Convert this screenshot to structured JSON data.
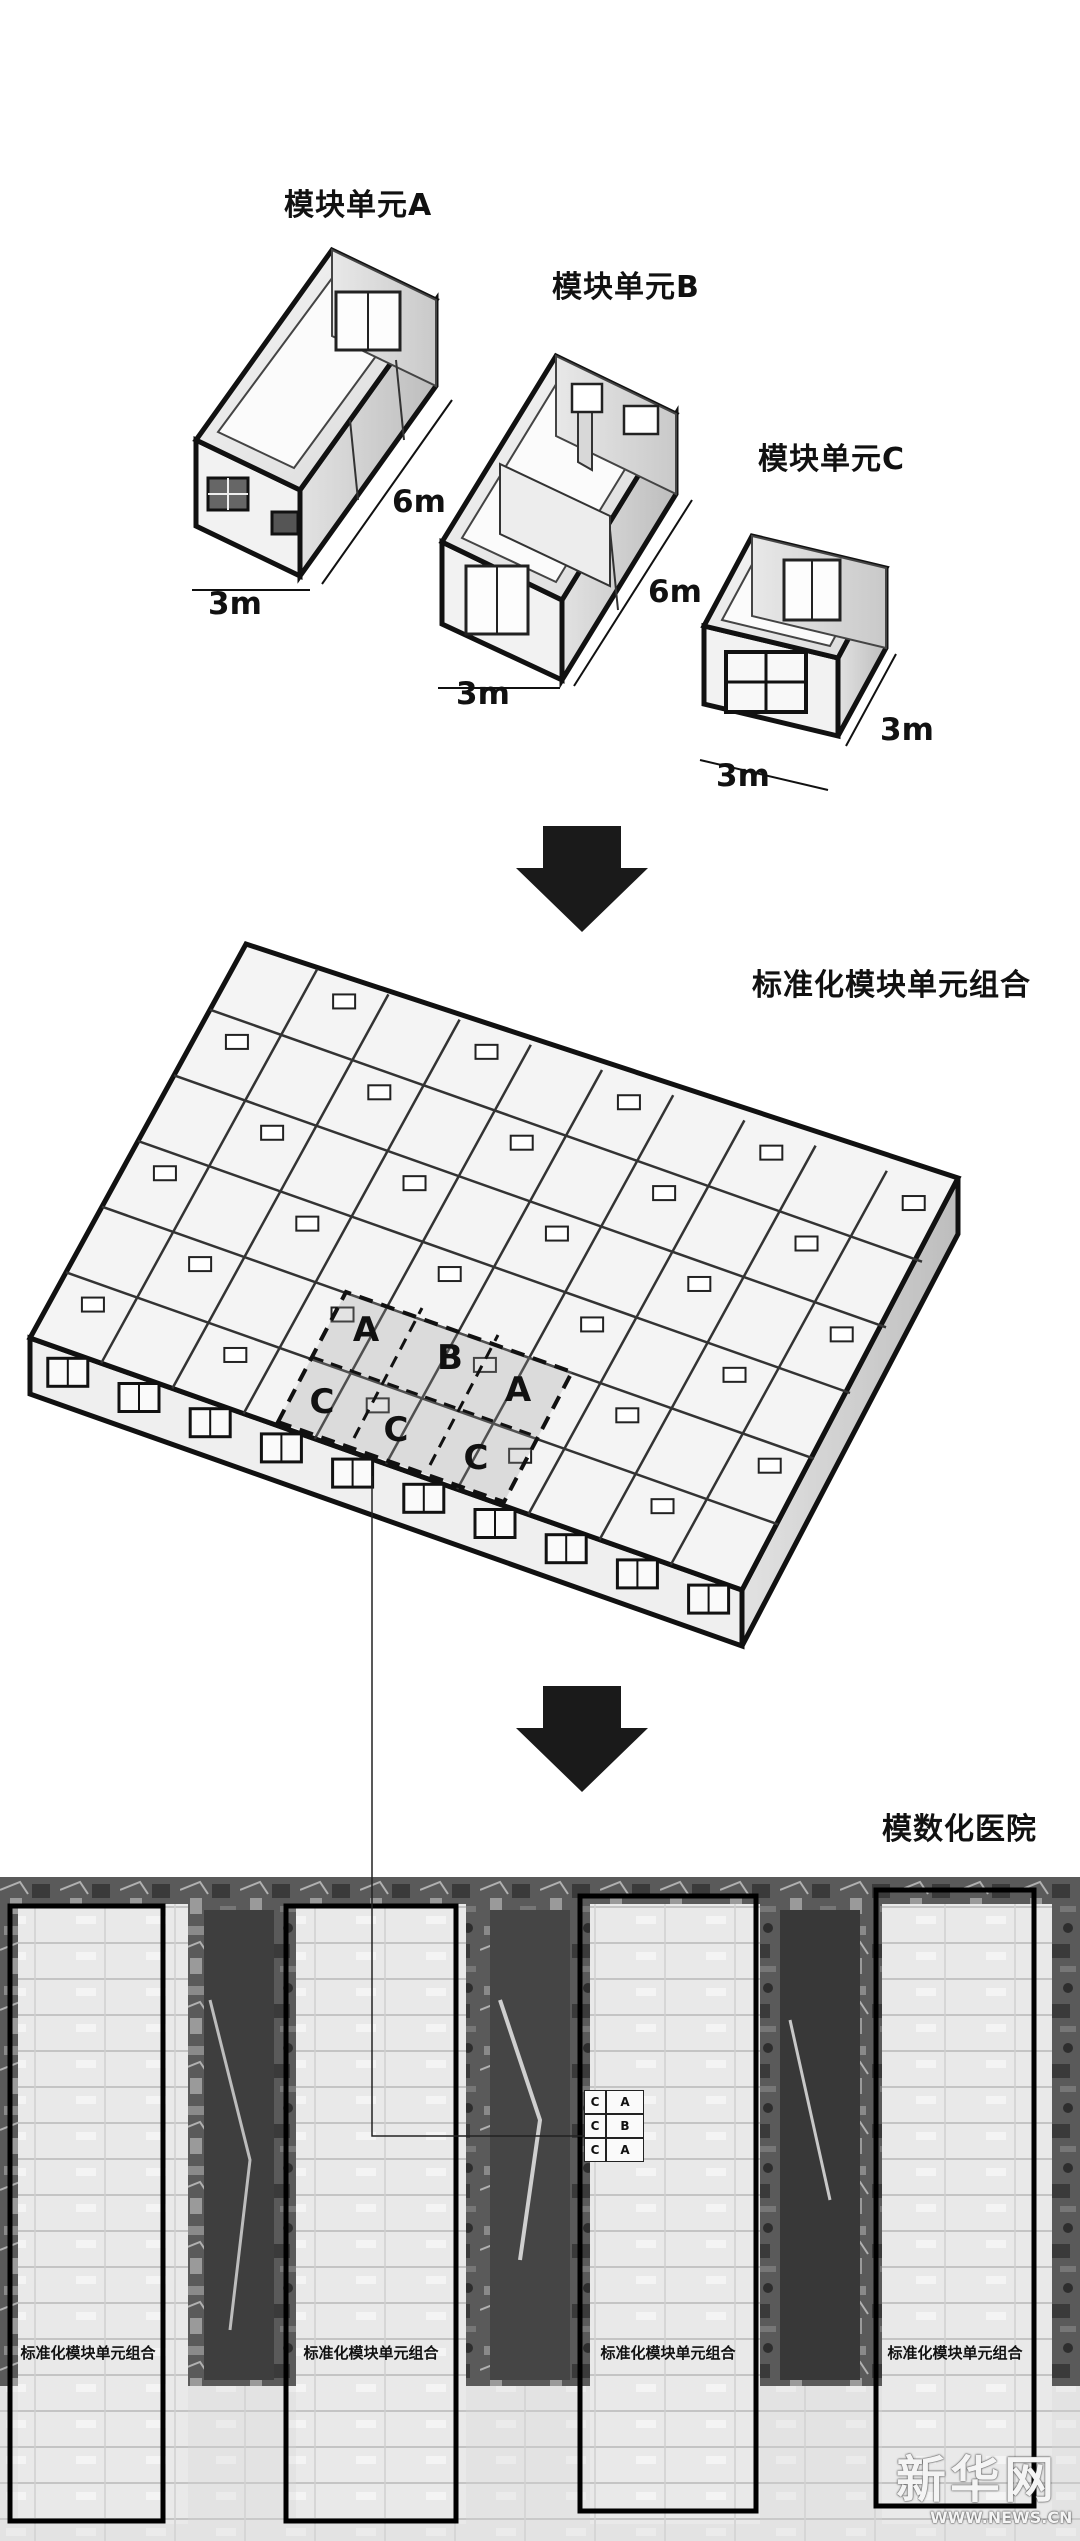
{
  "modules": {
    "a": {
      "title": "模块单元A",
      "width": "3m",
      "length": "6m"
    },
    "b": {
      "title": "模块单元B",
      "width": "3m",
      "length": "6m"
    },
    "c": {
      "title": "模块单元C",
      "width": "3m",
      "length": "3m"
    }
  },
  "assembly": {
    "title": "标准化模块单元组合",
    "cells": [
      "A",
      "B",
      "A",
      "C",
      "C",
      "C"
    ]
  },
  "hospital": {
    "title": "模数化医院",
    "zones": [
      "标准化模块单元组合",
      "标准化模块单元组合",
      "标准化模块单元组合",
      "标准化模块单元组合"
    ],
    "mini_grid": [
      "C",
      "A",
      "C",
      "B",
      "C",
      "A"
    ]
  },
  "watermark": {
    "name": "新华网",
    "url": "WWW.NEWS.CN"
  }
}
